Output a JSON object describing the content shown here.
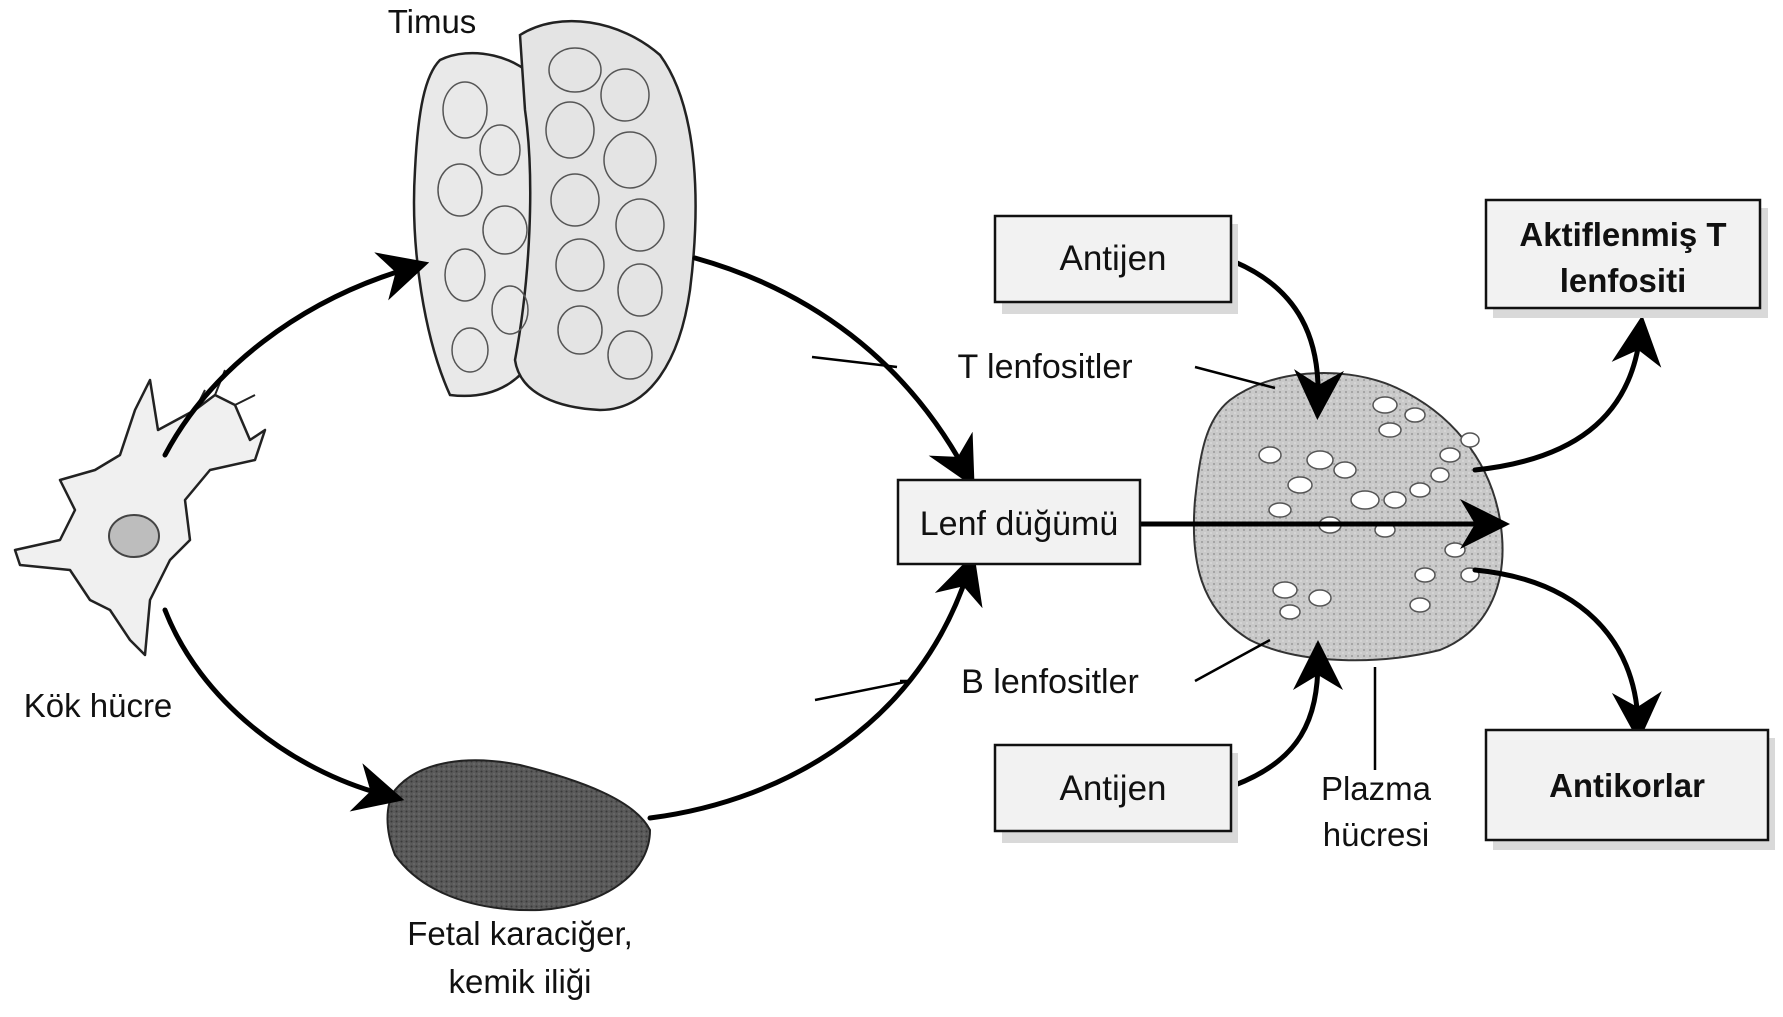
{
  "labels": {
    "timus": "Timus",
    "kok_hucre": "Kök hücre",
    "fetal_line1": "Fetal karaciğer,",
    "fetal_line2": "kemik iliği",
    "lenf_dugumu": "Lenf düğümü",
    "t_lenfositler": "T lenfositler",
    "b_lenfositler": "B lenfositler",
    "antijen_top": "Antijen",
    "antijen_bottom": "Antijen",
    "plazma_line1": "Plazma",
    "plazma_line2": "hücresi",
    "aktif_line1": "Aktiflenmiş T",
    "aktif_line2": "lenfositi",
    "antikorlar": "Antikorlar"
  }
}
